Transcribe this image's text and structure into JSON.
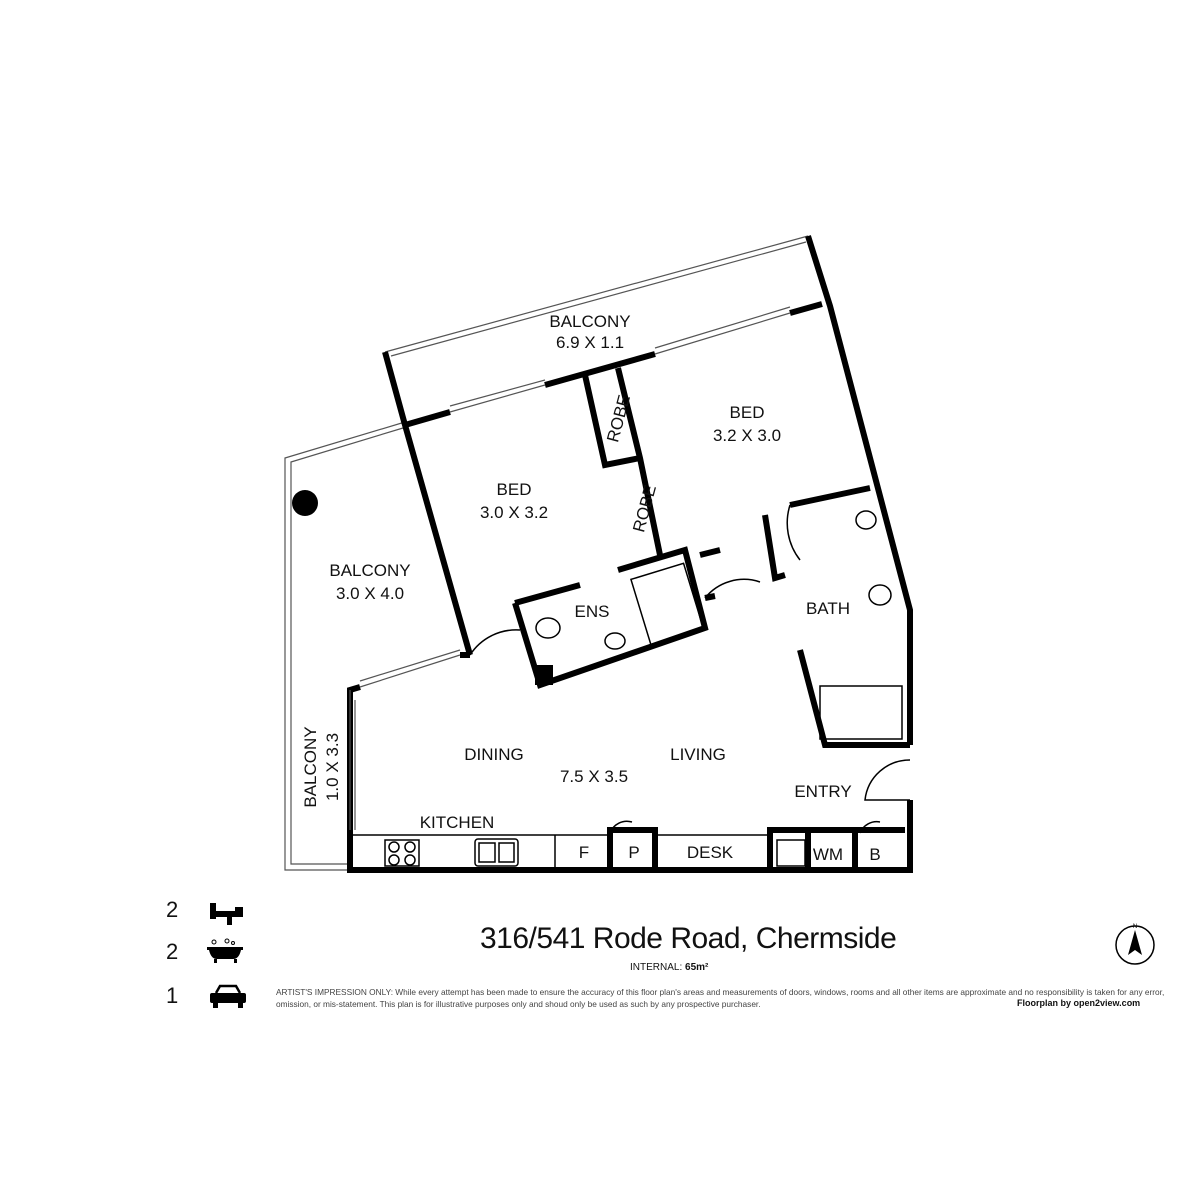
{
  "rooms": {
    "balcony_top": {
      "name": "BALCONY",
      "dims": "6.9 X 1.1"
    },
    "bed1": {
      "name": "BED",
      "dims": "3.2 X 3.0"
    },
    "bed2": {
      "name": "BED",
      "dims": "3.0 X 3.2"
    },
    "robe1": "ROBE",
    "robe2": "ROBE",
    "balcony_left": {
      "name": "BALCONY",
      "dims": "3.0 X 4.0"
    },
    "balcony_small": {
      "name": "BALCONY",
      "dims": "1.0 X 3.3"
    },
    "ens": "ENS",
    "bath": "BATH",
    "dining": "DINING",
    "living": "LIVING",
    "living_dims": "7.5 X 3.5",
    "entry": "ENTRY",
    "kitchen": "KITCHEN",
    "fridge": "F",
    "pantry": "P",
    "desk": "DESK",
    "wm": "WM",
    "b": "B"
  },
  "features": [
    {
      "count": "2",
      "icon": "bed-icon"
    },
    {
      "count": "2",
      "icon": "bathtub-icon"
    },
    {
      "count": "1",
      "icon": "car-icon"
    }
  ],
  "title": "316/541 Rode Road, Chermside",
  "internal_label": "INTERNAL:",
  "internal_value": "65m²",
  "disclaimer": "ARTIST'S IMPRESSION ONLY: While every attempt has been made to ensure the accuracy of this floor plan's areas and measurements of doors, windows, rooms and all other items are approximate and no responsibility is taken for any error, omission, or mis-statement. This plan is for illustrative purposes only and shoud only be used as such by any prospective purchaser.",
  "credit": "Floorplan by open2view.com",
  "compass_label": "N"
}
